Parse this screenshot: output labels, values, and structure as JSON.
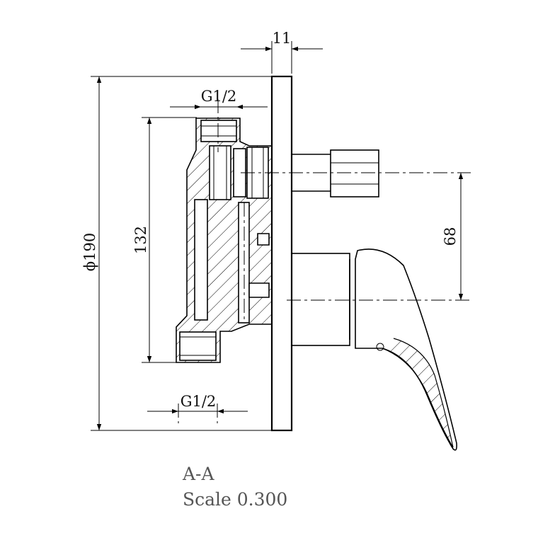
{
  "dimensions": {
    "plate_thickness": "11",
    "top_thread": "G1/2",
    "bottom_thread": "G1/2",
    "body_height": "132",
    "plate_diameter": "ϕ190",
    "outlet_offset": "68"
  },
  "caption": {
    "section_label": "A-A",
    "scale_label": "Scale 0.300"
  }
}
